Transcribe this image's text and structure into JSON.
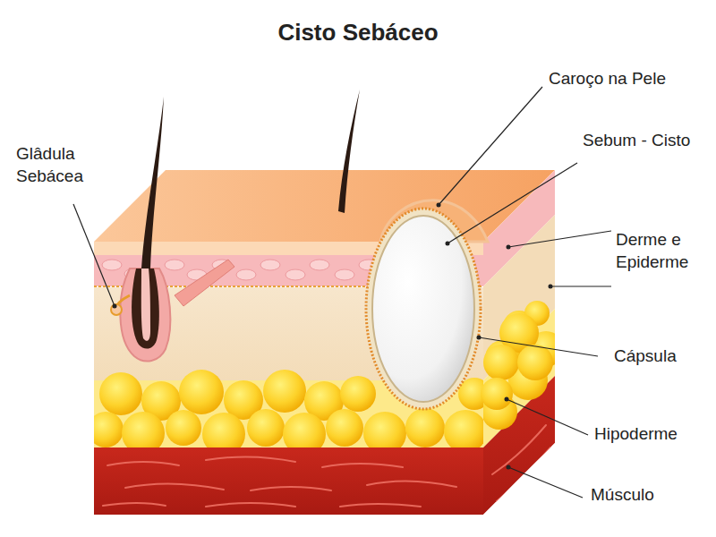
{
  "diagram": {
    "title": "Cisto Sebáceo",
    "labels": [
      "Glâdula Sebácea",
      "Caroço na Pele",
      "Sebum - Cisto",
      "Derme e Epiderme",
      "Cápsula",
      "Hipoderme",
      "Músculo"
    ]
  }
}
